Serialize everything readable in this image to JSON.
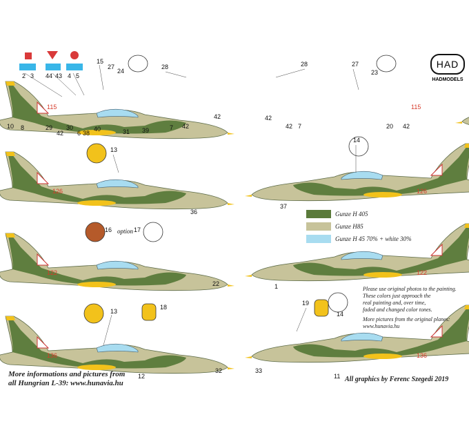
{
  "brand": {
    "mark": "HAD",
    "name": "HADMODELS"
  },
  "legend": [
    {
      "label": "Gunze H 405",
      "color": "#5a7a3a"
    },
    {
      "label": "Gunze H85",
      "color": "#c7c39a"
    },
    {
      "label": "Gunze H 45 70% + white 30%",
      "color": "#a8dcf0"
    }
  ],
  "notes": {
    "paint_1": "Please use original photos to the painting.",
    "paint_2": "These colors just approach the",
    "paint_3": "real painting and, over time,",
    "paint_4": "faded and changed color tones.",
    "more_1": "More pictures from the original planes:",
    "more_2": "www.hunavia.hu",
    "bottom_left_1": "More informations and pictures from",
    "bottom_left_2": "all Hungrian L-39: www.hunavia.hu",
    "credit": "All graphics by Ferenc Szegedi 2019"
  },
  "option_label": "option",
  "tail_numbers": {
    "a": "115",
    "b": "115",
    "c": "126",
    "d": "126",
    "e": "122",
    "f": "122",
    "g": "136",
    "h": "136"
  },
  "callouts": {
    "c1": "2",
    "c2": "3",
    "c3": "44",
    "c4": "43",
    "c5": "4",
    "c6": "5",
    "c7": "15",
    "c8": "27",
    "c9": "24",
    "c10": "28",
    "c11": "10",
    "c12": "8",
    "c13": "29",
    "c14": "30",
    "c15": "42",
    "c16": "6",
    "c17": "38",
    "c18": "40",
    "c19": "31",
    "c20": "39",
    "c21": "7",
    "c22": "42",
    "c23": "42",
    "c24": "28",
    "c25": "27",
    "c26": "23",
    "c27": "42",
    "c28": "42",
    "c29": "7",
    "c30": "20",
    "c31": "42",
    "c32": "13",
    "c33": "36",
    "c34": "14",
    "c35": "37",
    "c36": "16",
    "c37": "17",
    "c38": "22",
    "c39": "13",
    "c40": "18",
    "c41": "12",
    "c42": "32",
    "c43": "1",
    "c44": "19",
    "c45": "14",
    "c46": "33",
    "c47": "11"
  }
}
